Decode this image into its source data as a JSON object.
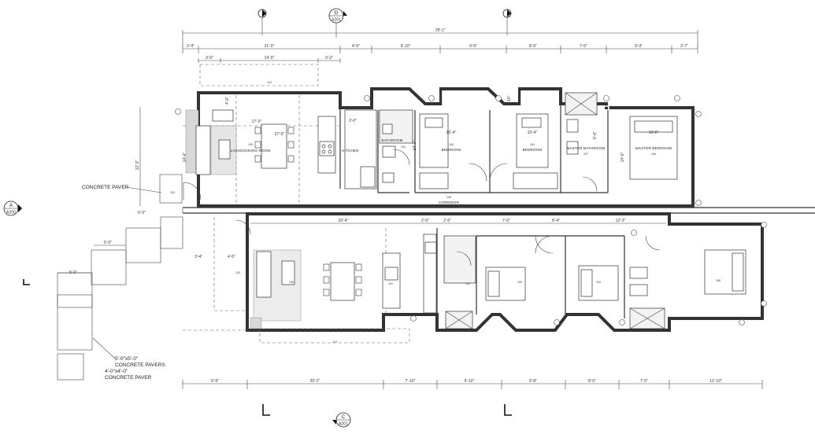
{
  "sections": {
    "top": {
      "letter": "D",
      "sheet": "A201"
    },
    "left": {
      "letter": "A",
      "sheet": "A200"
    },
    "bottom": {
      "letter": "C",
      "sheet": "A201"
    }
  },
  "overall_dimension": "78'-1\"",
  "top_dimensions": [
    "2'-4\"",
    "21'-0\"",
    "4'-5\"",
    "9'-10\"",
    "9'-6\"",
    "8'-0\"",
    "7'-0\"",
    "9'-3\"",
    "3'-7\""
  ],
  "top_sub_dimensions": [
    "3'-0\"",
    "14'-0\"",
    "3'-2\""
  ],
  "bottom_dimensions": [
    "9'-9\"",
    "20'-2\"",
    "7'-10\"",
    "9'-10\"",
    "9'-8\"",
    "8'-0\"",
    "7'-0\"",
    "12'-10\""
  ],
  "middle_dimensions": [
    "20'-4\"",
    "2'-6\"",
    "2'-6\"",
    "7'-0\"",
    "8'-4\"",
    "12'-3\""
  ],
  "left_dimensions": [
    "12'-3\"",
    "6'-0\"",
    "5'-0\"",
    "5'-0\"",
    "3'-4\"",
    "4'-5\""
  ],
  "room_dims_top": [
    "17'-0\"",
    "27'-0\"",
    "10'-4\"",
    "10'-4\"",
    "10'-6\"",
    "14'-4\"",
    "14'-0\"",
    "14'-0\"",
    "4'-0\"",
    "3'-0\"",
    "2'-10\"",
    "5'-0\""
  ],
  "labels": {
    "living_dining": "LIVING/DINING ROOM",
    "kitchen": "KITCHEN",
    "bathroom": "BATHROOM",
    "bedroom_1": "BEDROOM",
    "bedroom_2": "BEDROOM",
    "master_bathroom": "MASTER BATHROOM",
    "master_bedroom": "MASTER BEDROOM",
    "corridor": "CORRIDOR"
  },
  "room_numbers": [
    "100",
    "101",
    "102",
    "103",
    "104",
    "105",
    "106",
    "107",
    "108",
    "110",
    "120"
  ],
  "notes": {
    "concrete_paver": "CONCRETE PAVER",
    "pavers_size": "5'-0\"x5'-0\"",
    "pavers": "CONCRETE PAVERS",
    "paver_size": "4'-0\"x4'-0\"",
    "paver": "CONCRETE PAVER"
  }
}
